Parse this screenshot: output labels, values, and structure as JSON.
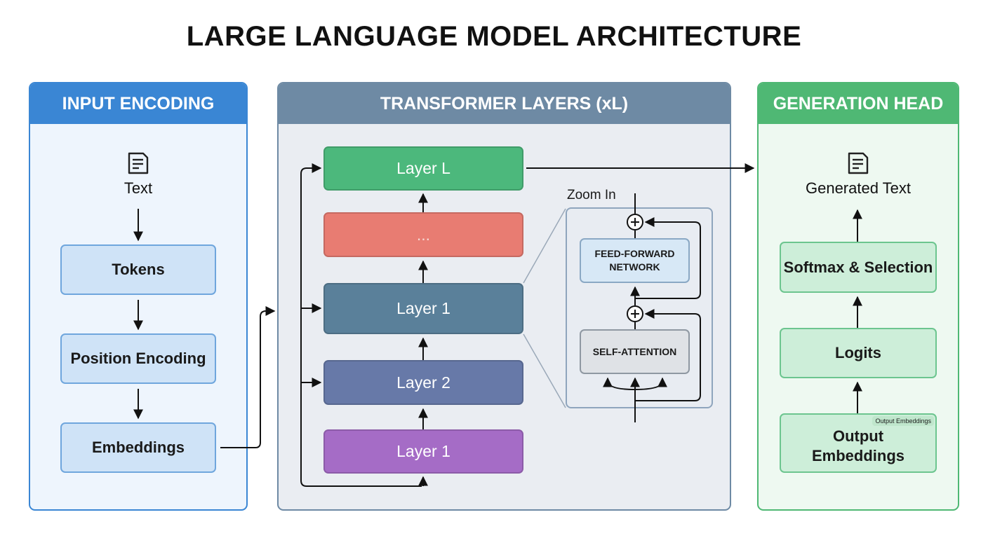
{
  "title": "LARGE LANGUAGE MODEL ARCHITECTURE",
  "input_panel": {
    "header": "INPUT ENCODING",
    "text_label": "Text",
    "text_icon": "document-icon",
    "tokens": "Tokens",
    "position_encoding": "Position Encoding",
    "embeddings": "Embeddings"
  },
  "transformer_panel": {
    "header": "TRANSFORMER LAYERS (xL)",
    "layers": {
      "layer_l": "Layer L",
      "ellipsis": "...",
      "layer_1_upper": "Layer 1",
      "layer_2": "Layer 2",
      "layer_1_lower": "Layer 1"
    },
    "zoom_label": "Zoom In",
    "feed_forward": "FEED-FORWARD NETWORK",
    "self_attention": "SELF-ATTENTION",
    "colors": {
      "layer_l": "#4cb87c",
      "ellipsis": "#e87c72",
      "layer_1_upper": "#5a809a",
      "layer_2": "#6779a8",
      "layer_1_lower": "#a56cc6"
    }
  },
  "generation_panel": {
    "header": "GENERATION HEAD",
    "generated_text": "Generated Text",
    "text_icon": "document-icon",
    "softmax": "Softmax & Selection",
    "logits": "Logits",
    "output_embeddings": "Output Embeddings",
    "output_embeddings_tag": "Output Embeddings"
  }
}
